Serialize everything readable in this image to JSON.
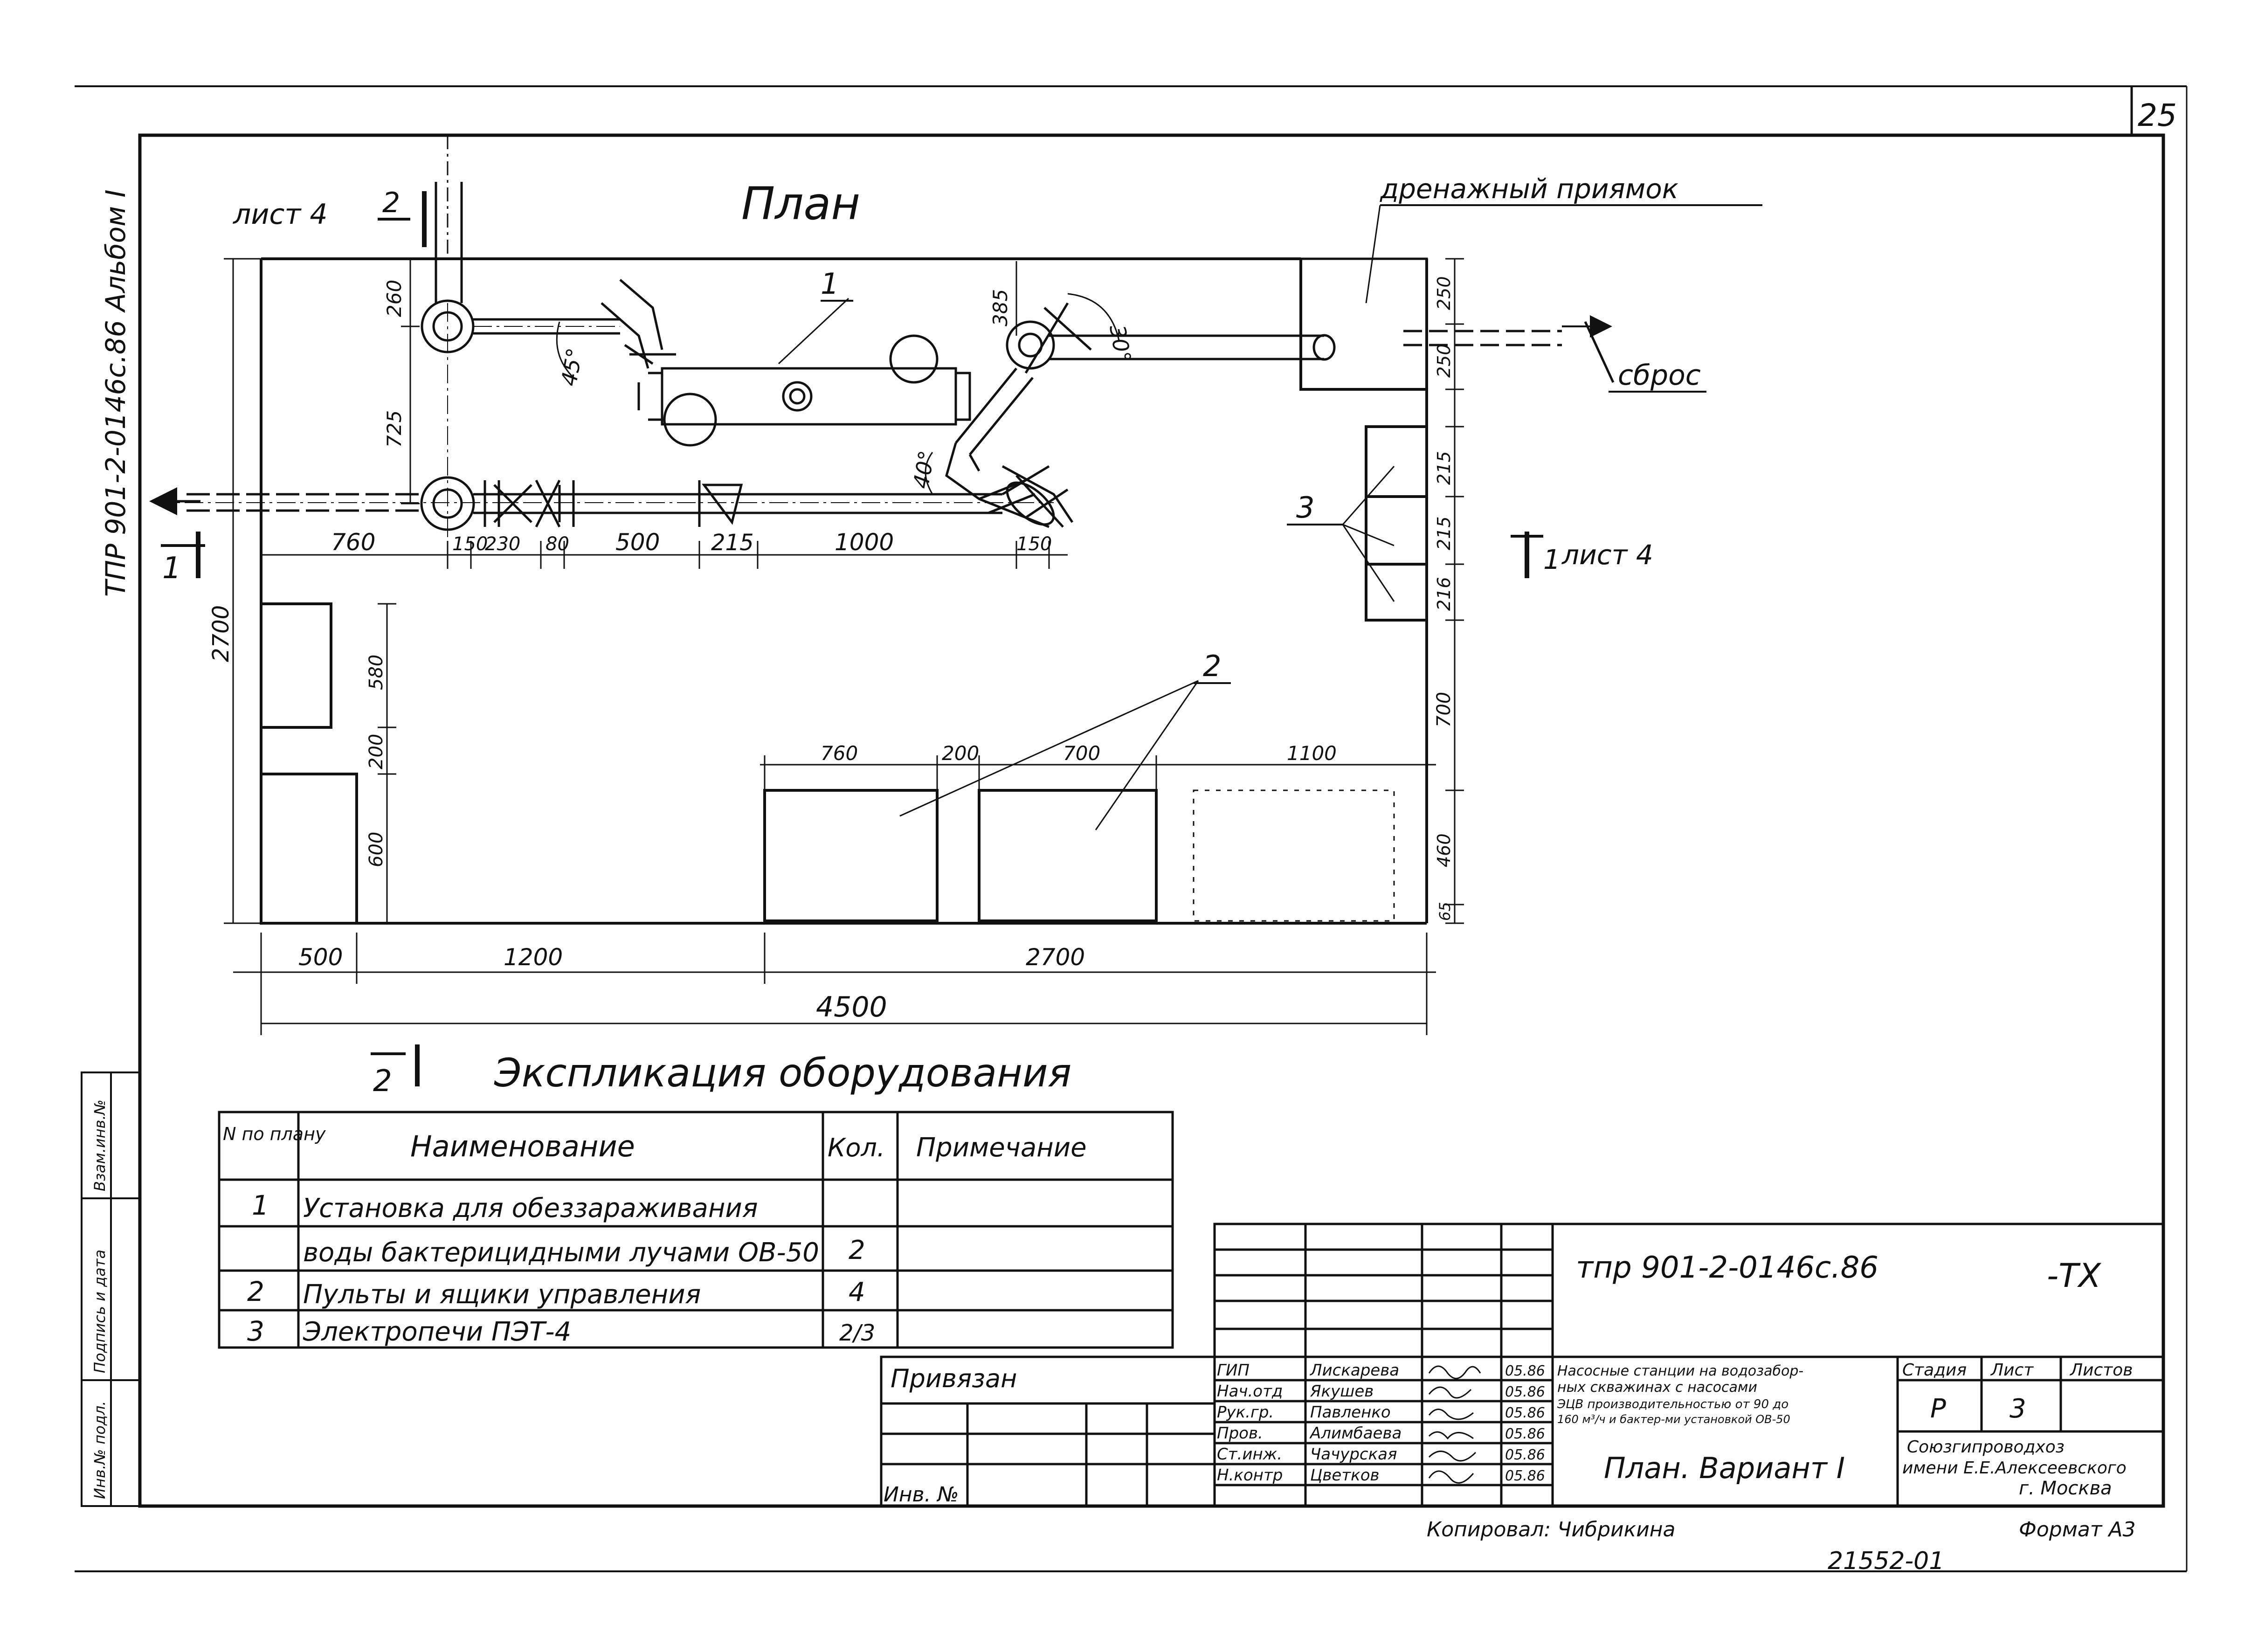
{
  "sheet_number": "25",
  "side_code": "ТПР 901-2-0146с.86 Альбом I",
  "plan_title": "План",
  "sheet4_ref_top": "лист 4",
  "sheet4_ref_right": "лист 4",
  "section_2": "2",
  "section_1": "1",
  "drain_pit_label": "дренажный приямок",
  "discharge_label": "сброс",
  "callouts": {
    "item1": "1",
    "item2": "2",
    "item3": "3"
  },
  "angles": {
    "a45": "45°",
    "a40": "40°",
    "a30": "30°"
  },
  "dimensions": {
    "d260": "260",
    "d725": "725",
    "d385": "385",
    "d760": "760",
    "d150a": "150",
    "d230": "230",
    "d80": "80",
    "d500a": "500",
    "d215": "215",
    "d1000": "1000",
    "d150b": "150",
    "d2700v": "2700",
    "d580": "580",
    "d200": "200",
    "d600v": "600",
    "d500b": "500",
    "d1200a": "1200",
    "d2700h": "2700",
    "d4500": "4500",
    "d760b": "760",
    "d200b": "200",
    "d700a": "700",
    "d1100": "1100",
    "d250a": "250",
    "d250b": "250",
    "d215b": "215",
    "d215c": "215",
    "d216": "216",
    "d700b": "700",
    "d460": "460",
    "d65": "65"
  },
  "explication": {
    "title": "Экспликация оборудования",
    "headers": {
      "num": "N по плану",
      "name": "Наименование",
      "qty": "Кол.",
      "note": "Примечание"
    },
    "rows": [
      {
        "num": "1",
        "name": "Установка для обеззараживания",
        "qty": "",
        "note": ""
      },
      {
        "num": "",
        "name": "воды бактерицидными лучами ОВ-50",
        "qty": "2",
        "note": ""
      },
      {
        "num": "2",
        "name": "Пульты и ящики управления",
        "qty": "4",
        "note": ""
      },
      {
        "num": "3",
        "name": "Электропечи ПЭТ-4",
        "qty": "2/3",
        "note": ""
      }
    ]
  },
  "title_block": {
    "code": "тпр 901-2-0146с.86",
    "suffix": "-ТХ",
    "privyazan": "Привязан",
    "inv_no": "Инв. №",
    "roles": [
      "ГИП",
      "Нач.отд",
      "Рук.гр.",
      "Пров.",
      "Ст.инж.",
      "Н.контр"
    ],
    "names": [
      "Лискарева",
      "Якушев",
      "Павленко",
      "Алимбаева",
      "Чачурская",
      "Цветков"
    ],
    "dates": [
      "05.86",
      "05.86",
      "05.86",
      "05.86",
      "05.86",
      "05.86"
    ],
    "description": "Насосные станции на водозаборных скважинах с насосами ЭЦВ производительностью от 90 до 160 м³/ч и бактерицидной установкой ОВ-50",
    "description_lines": [
      "Насосные станции на водозабор-",
      "ных скважинах с насосами",
      "ЭЦВ производительностью от 90 до",
      "160 м³/ч и бактер-ми установкой ОВ-50"
    ],
    "stage_label": "Стадия",
    "sheet_label": "Лист",
    "sheets_label": "Листов",
    "stage": "Р",
    "sheet": "3",
    "sheet_title": "План. Вариант I",
    "org_line1": "Союзгипроводхоз",
    "org_line2": "имени Е.Е.Алексеевского",
    "org_line3": "г. Москва",
    "copied_by": "Копировал: Чибрикина",
    "format": "Формат А3",
    "archive_no": "21552-01"
  },
  "side_stamp": [
    "Инв.№ подл.",
    "Подпись и дата",
    "Взам.инв.№"
  ]
}
